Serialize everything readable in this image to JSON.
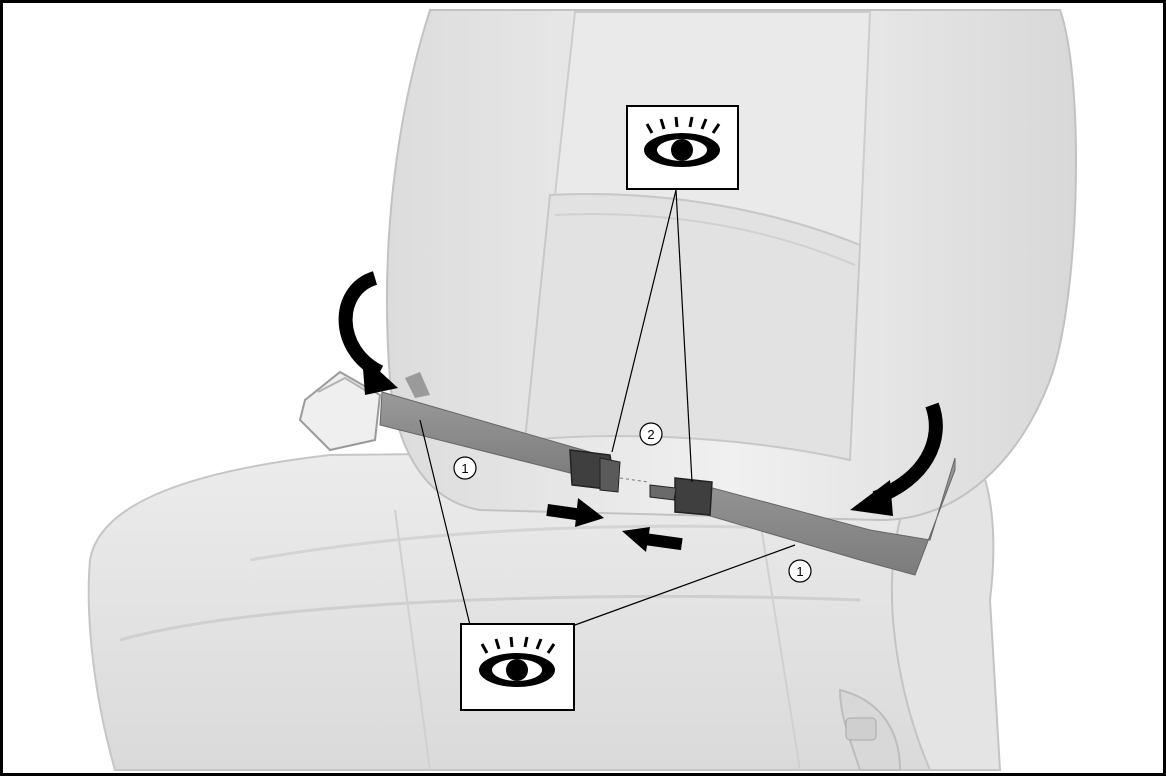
{
  "callouts": {
    "webbing_left": "1",
    "webbing_right": "1",
    "buckle_strap": "2"
  },
  "symbols": {
    "inspect_top": "eye-inspect-icon",
    "inspect_bottom": "eye-inspect-icon"
  },
  "colors": {
    "seat_fill": "#e9e9e9",
    "seat_shade": "#d2d2d2",
    "strap": "#8a8a8a",
    "buckle": "#4a4a4a",
    "arrow": "#000000",
    "frame": "#000000"
  }
}
